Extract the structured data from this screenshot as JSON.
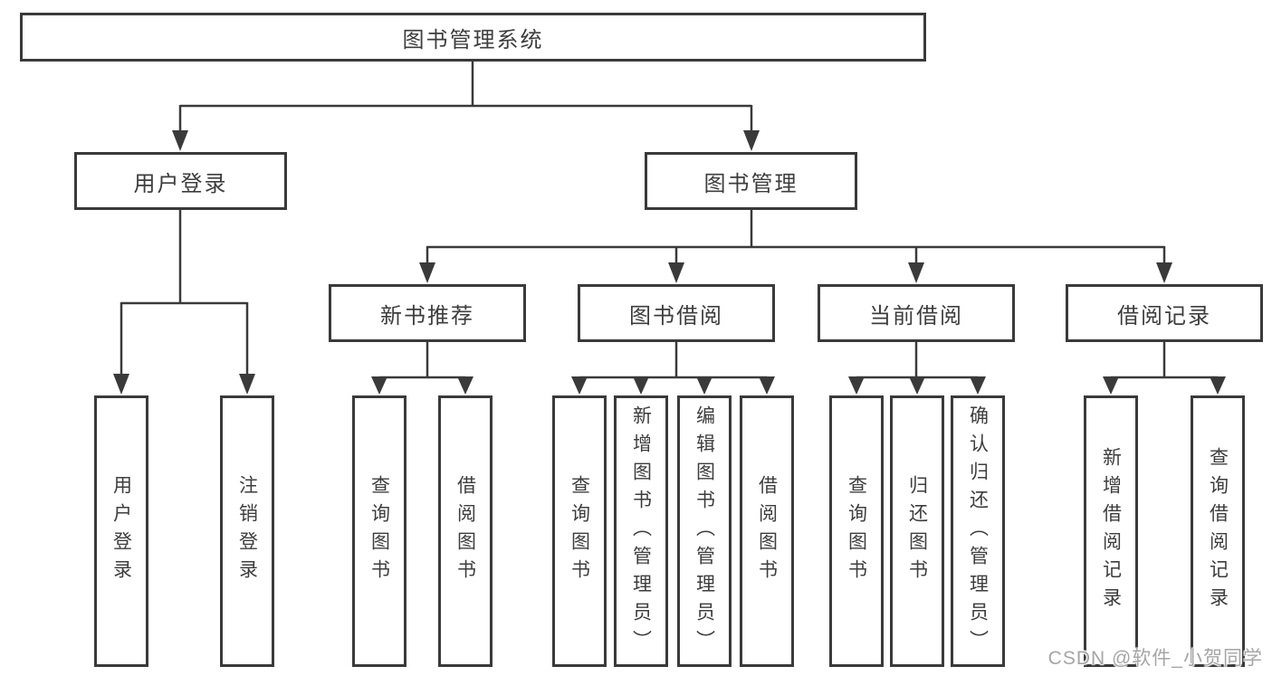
{
  "diagram_title": "图书管理系统",
  "tree": {
    "root": {
      "label": "图书管理系统"
    },
    "children": [
      {
        "label": "用户登录",
        "children": [
          {
            "label": "用户登录"
          },
          {
            "label": "注销登录"
          }
        ]
      },
      {
        "label": "图书管理",
        "children": [
          {
            "label": "新书推荐",
            "children": [
              {
                "label": "查询图书"
              },
              {
                "label": "借阅图书"
              }
            ]
          },
          {
            "label": "图书借阅",
            "children": [
              {
                "label": "查询图书"
              },
              {
                "label": "新增图书（管理员）"
              },
              {
                "label": "编辑图书（管理员）"
              },
              {
                "label": "借阅图书"
              }
            ]
          },
          {
            "label": "当前借阅",
            "children": [
              {
                "label": "查询图书"
              },
              {
                "label": "归还图书"
              },
              {
                "label": "确认归还（管理员）"
              }
            ]
          },
          {
            "label": "借阅记录",
            "children": [
              {
                "label": "新增借阅记录"
              },
              {
                "label": "查询借阅记录"
              }
            ]
          }
        ]
      }
    ]
  },
  "watermark": {
    "text": "CSDN @软件_小贺同学"
  },
  "colors": {
    "line": "#3a3a3a",
    "border": "#3a3a3a",
    "text": "#3d3d3d",
    "watermark": "#a5a5a5",
    "background": "#ffffff"
  }
}
